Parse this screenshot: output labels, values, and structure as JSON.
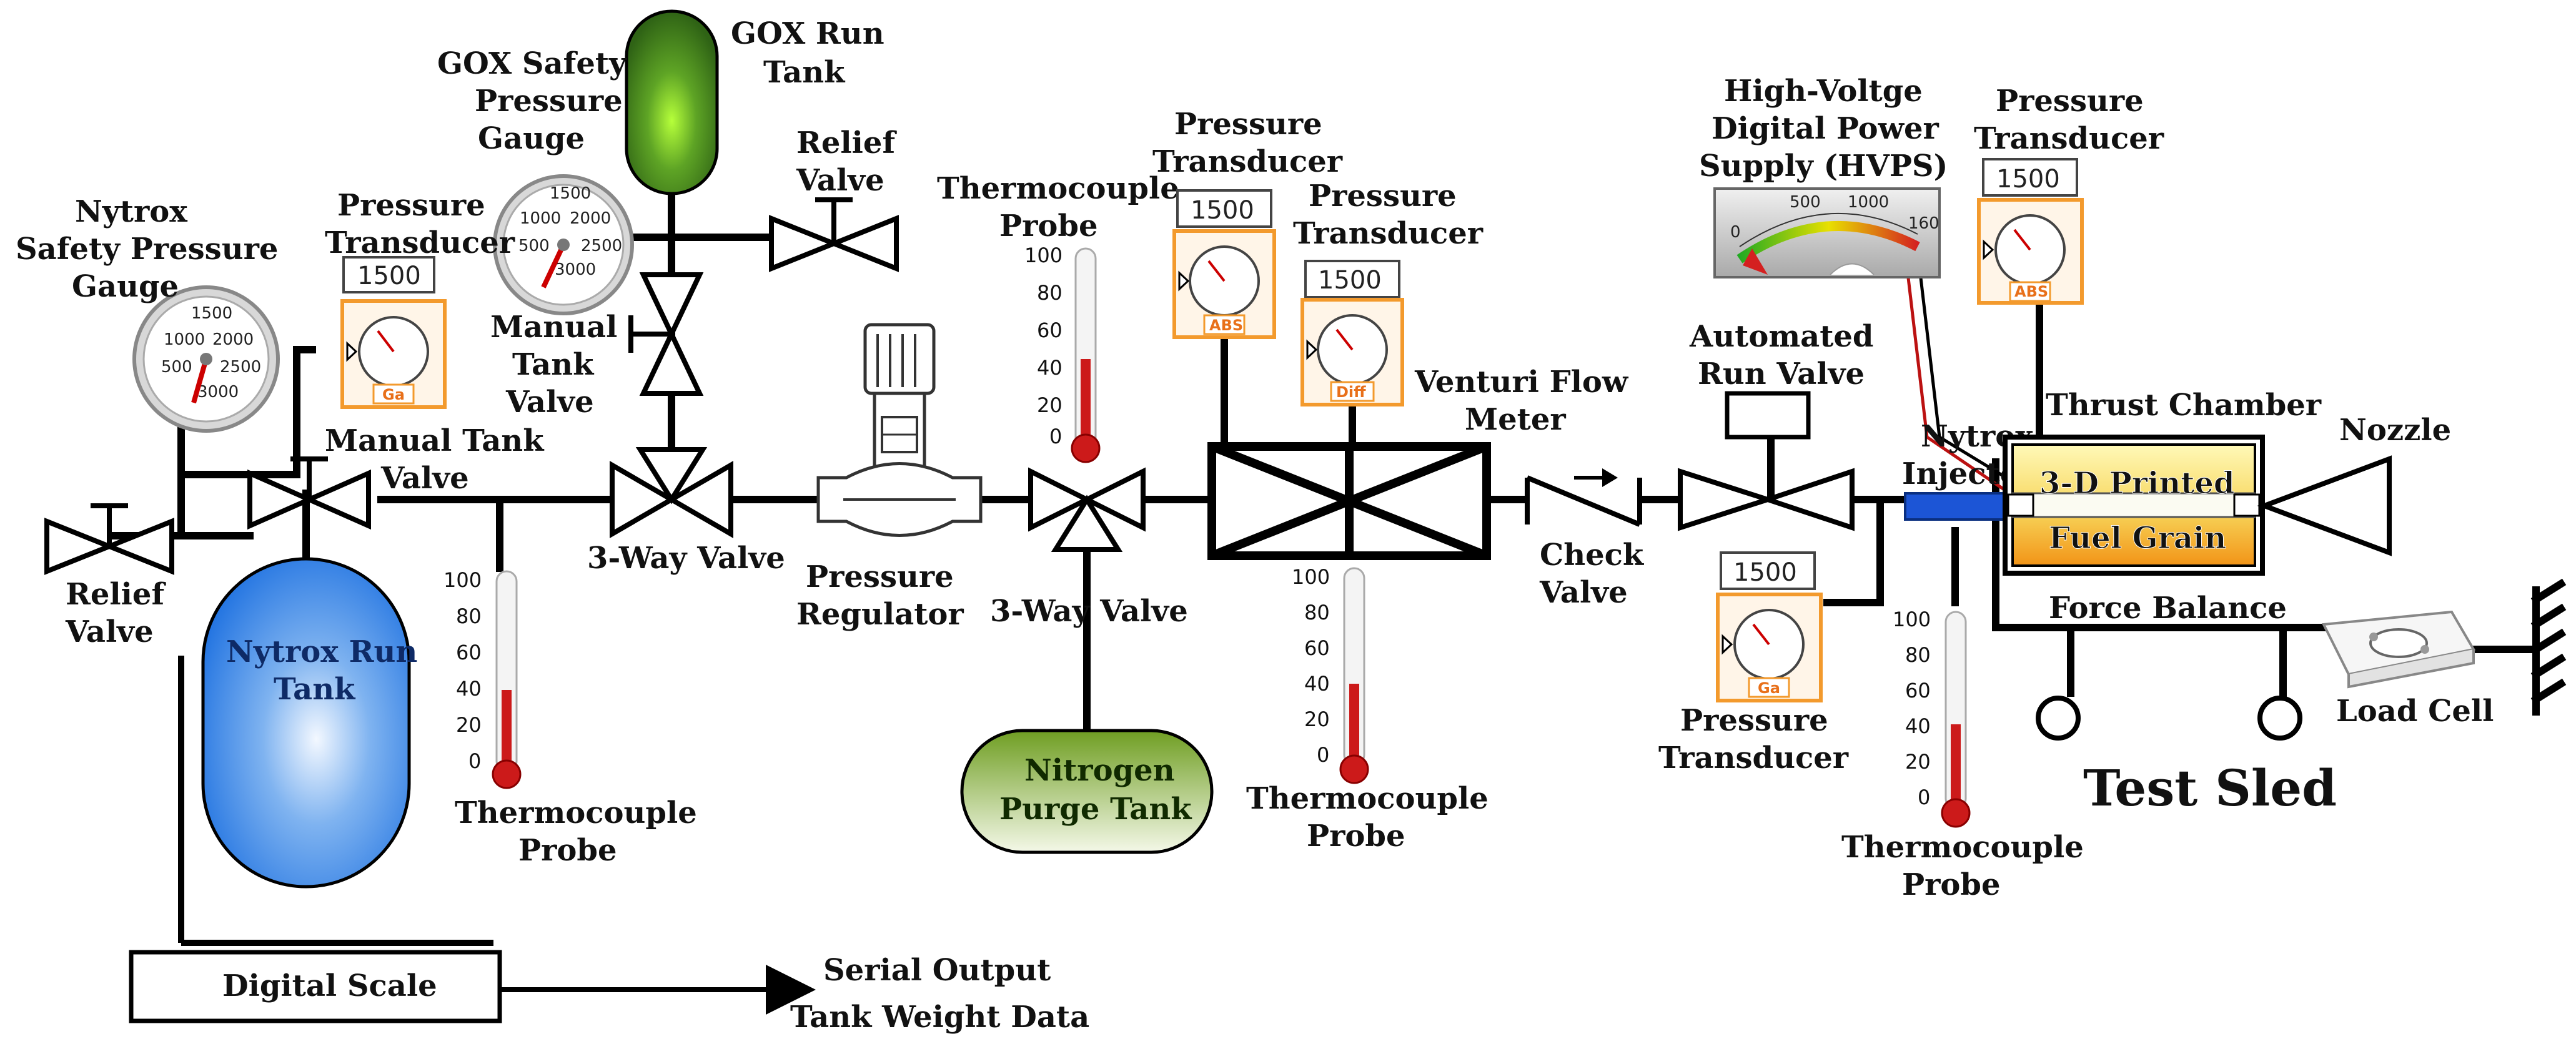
{
  "labels": {
    "gox_run_tank": [
      "GOX Run",
      "Tank"
    ],
    "gox_safety_gauge": [
      "GOX Safety",
      "Pressure",
      "Gauge"
    ],
    "relief_valve_top": [
      "Relief",
      "Valve"
    ],
    "nytrox_safety_gauge": [
      "Nytrox",
      "Safety Pressure",
      "Gauge"
    ],
    "pt_left": [
      "Pressure",
      "Transducer"
    ],
    "manual_tank_valve_top": [
      "Manual",
      "Tank",
      "Valve"
    ],
    "manual_tank_valve_left": [
      "Manual Tank",
      "Valve"
    ],
    "relief_valve_left": [
      "Relief",
      "Valve"
    ],
    "nytrox_run_tank": [
      "Nytrox Run",
      "Tank"
    ],
    "three_way_valve_1": "3-Way Valve",
    "thermo_probe_1": [
      "Thermocouple",
      "Probe"
    ],
    "pressure_regulator": [
      "Pressure",
      "Regulator"
    ],
    "thermo_probe_2": [
      "Thermocouple",
      "Probe"
    ],
    "three_way_valve_2": "3-Way Valve",
    "nitrogen_purge_tank": [
      "Nitrogen",
      "Purge Tank"
    ],
    "pt_abs_label": [
      "Pressure",
      "Transducer"
    ],
    "pt_diff_label": [
      "Pressure",
      "Transducer"
    ],
    "venturi": [
      "Venturi Flow",
      "Meter"
    ],
    "thermo_probe_3": [
      "Thermocouple",
      "Probe"
    ],
    "check_valve": [
      "Check",
      "Valve"
    ],
    "automated_run_valve": [
      "Automated",
      "Run Valve"
    ],
    "pt_lower_label": [
      "Pressure",
      "Transducer"
    ],
    "hvps": [
      "High-Voltge",
      "Digital Power",
      "Supply (HVPS)"
    ],
    "pt_right_label": [
      "Pressure",
      "Transducer"
    ],
    "nytrox_injector": [
      "Nytrox",
      "Injector"
    ],
    "thermo_probe_4": [
      "Thermocouple",
      "Probe"
    ],
    "thrust_chamber": "Thrust Chamber",
    "fuel_grain": [
      "3-D Printed",
      "Fuel Grain"
    ],
    "nozzle": "Nozzle",
    "force_balance": "Force Balance",
    "load_cell": "Load Cell",
    "test_sled": "Test Sled",
    "digital_scale": "Digital Scale",
    "serial_output": [
      "Serial Output",
      "Tank Weight Data"
    ]
  },
  "transducers": {
    "reading": "1500",
    "tags": {
      "left": "Ga",
      "abs1": "ABS",
      "diff": "Diff",
      "lower": "Ga",
      "right": "ABS"
    }
  },
  "pressure_gauge_scale": [
    "500",
    "1000",
    "1500",
    "2000",
    "2500",
    "3000"
  ],
  "thermometer_scale": [
    "100",
    "80",
    "60",
    "40",
    "20",
    "0"
  ],
  "hvps_scale": [
    "0",
    "500",
    "1000",
    "160"
  ],
  "colors": {
    "gox_tank": "#4a8f1f",
    "nytrox_tank": "#1b74e0",
    "nitrogen_tank": "#7aa82c",
    "transducer_frame": "#f39a2d",
    "thermometer_fluid": "#cc1a1a",
    "fuel_grain_top": "#fff69a",
    "fuel_grain_bottom": "#f5a31c",
    "injector": "#1c55d6"
  }
}
